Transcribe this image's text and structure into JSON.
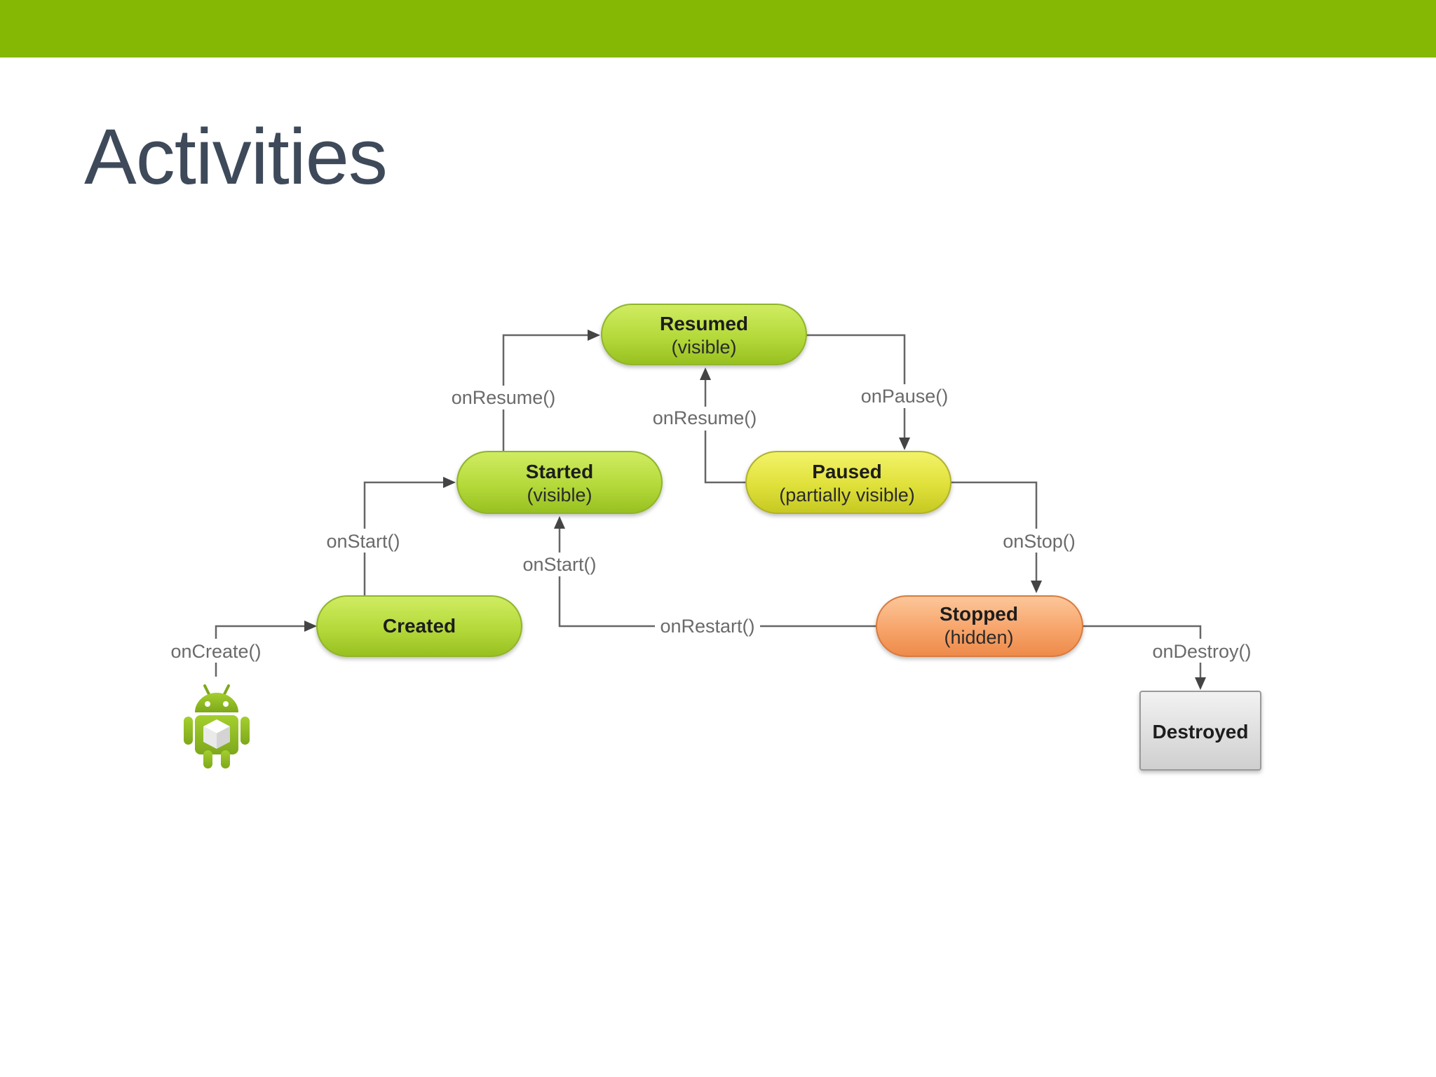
{
  "slide": {
    "title": "Activities",
    "accent_color": "#84b805",
    "title_color": "#3e4a5a"
  },
  "diagram": {
    "states": {
      "resumed": {
        "name": "Resumed",
        "sub": "(visible)",
        "color": "#b4d93a"
      },
      "started": {
        "name": "Started",
        "sub": "(visible)",
        "color": "#b4d93a"
      },
      "paused": {
        "name": "Paused",
        "sub": "(partially visible)",
        "color": "#dfe03a"
      },
      "created": {
        "name": "Created",
        "color": "#b4d93a"
      },
      "stopped": {
        "name": "Stopped",
        "sub": "(hidden)",
        "color": "#f7a46a"
      },
      "destroyed": {
        "name": "Destroyed",
        "color": "#dcdcdc"
      }
    },
    "transitions": {
      "on_create": "onCreate()",
      "on_start_created": "onStart()",
      "on_resume_started": "onResume()",
      "on_pause": "onPause()",
      "on_resume_paused": "onResume()",
      "on_stop": "onStop()",
      "on_start_restart": "onStart()",
      "on_restart": "onRestart()",
      "on_destroy": "onDestroy()"
    },
    "launcher_icon": "android-robot-icon"
  }
}
